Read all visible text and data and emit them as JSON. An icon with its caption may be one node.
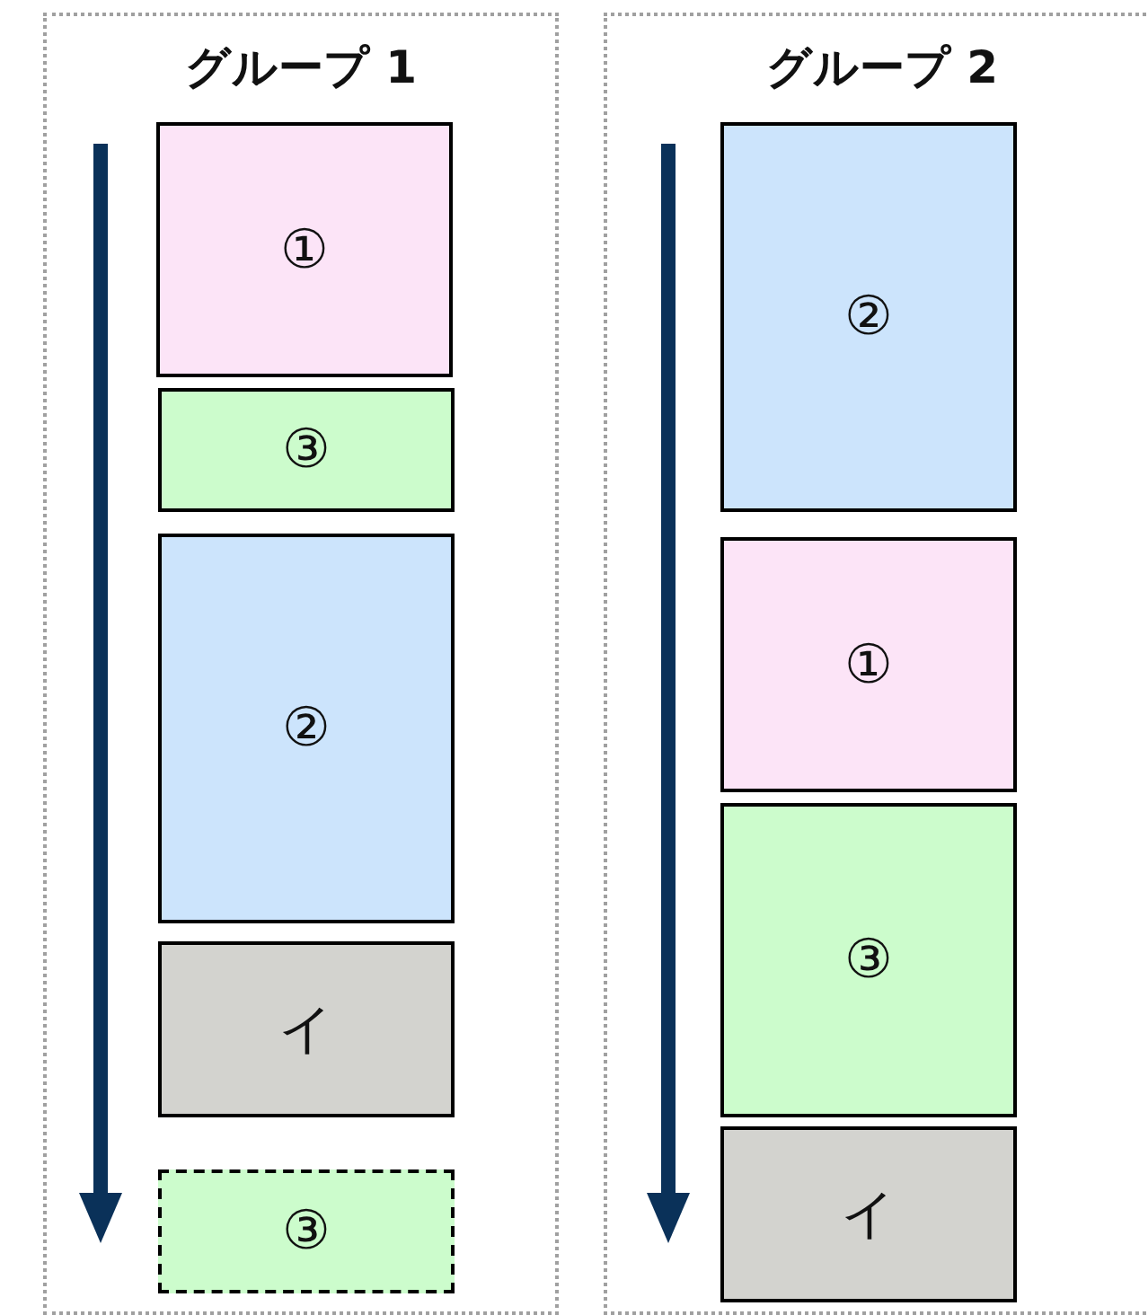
{
  "diagram": {
    "nodes": [
      {
        "text": [
          "グループ 1"
        ]
      },
      {
        "text": [
          "①"
        ],
        "in": 0
      },
      {
        "text": [
          "③"
        ],
        "in": 0
      },
      {
        "text": [
          "②"
        ],
        "in": 0
      },
      {
        "text": [
          "イ"
        ],
        "in": 0
      },
      {
        "text": [
          "③"
        ],
        "in": 0
      },
      {
        "text": [
          "グループ 2"
        ]
      },
      {
        "text": [
          "②"
        ],
        "in": 6
      },
      {
        "text": [
          "①"
        ],
        "in": 6
      },
      {
        "text": [
          "③"
        ],
        "in": 6
      },
      {
        "text": [
          "イ"
        ],
        "in": 6
      }
    ]
  }
}
